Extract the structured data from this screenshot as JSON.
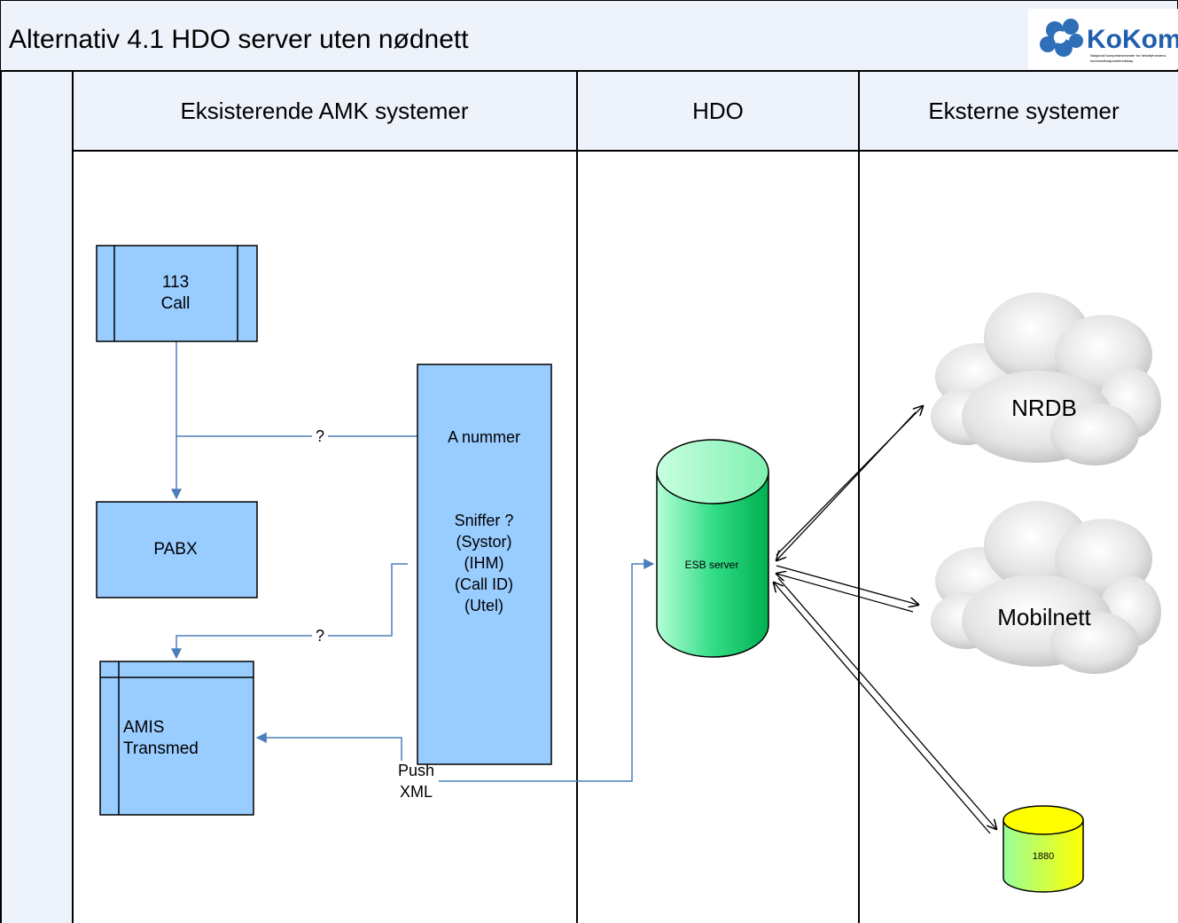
{
  "title": "Alternativ 4.1 HDO server uten nødnett",
  "logo": {
    "text": "KoKom",
    "subtext_line1": "Nasjonalt kompetansesenter for helsetjenestens",
    "subtext_line2": "kommunikasjonsberedskap"
  },
  "lanes": [
    {
      "label": "Eksisterende AMK systemer"
    },
    {
      "label": "HDO"
    },
    {
      "label": "Eksterne systemer"
    }
  ],
  "nodes": {
    "call": {
      "line1": "113",
      "line2": "Call"
    },
    "pabx": {
      "label": "PABX"
    },
    "amis": {
      "line1": "AMIS",
      "line2": "Transmed"
    },
    "anummer": {
      "line1": "A nummer",
      "line2": "Sniffer ?",
      "line3": "(Systor)",
      "line4": "(IHM)",
      "line5": "(Call ID)",
      "line6": "(Utel)"
    },
    "esb": {
      "label": "ESB server"
    },
    "nrdb": {
      "label": "NRDB"
    },
    "mobilnett": {
      "label": "Mobilnett"
    },
    "db1880": {
      "label": "1880"
    }
  },
  "edge_labels": {
    "q1": "?",
    "q2": "?",
    "push1": "Push",
    "push2": "XML"
  },
  "colors": {
    "process_fill": "#99ccff",
    "connector": "#4a7ebb",
    "esb_green": "#00cc66",
    "db_yellow": "#ffff00",
    "header_bg": "#eef3fb"
  }
}
